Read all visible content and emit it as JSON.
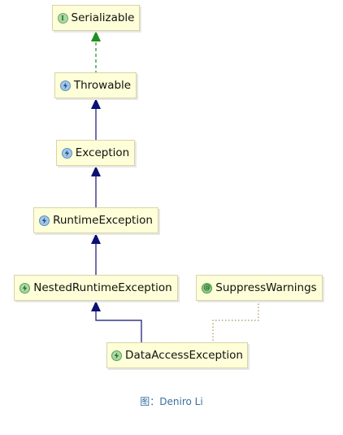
{
  "diagram": {
    "nodes": {
      "serializable": {
        "label": "Serializable",
        "icon": "interface-icon",
        "icon_glyph": "I"
      },
      "throwable": {
        "label": "Throwable",
        "icon": "class-icon"
      },
      "exception": {
        "label": "Exception",
        "icon": "class-icon"
      },
      "runtime_exception": {
        "label": "RuntimeException",
        "icon": "class-icon"
      },
      "nested_runtime_exception": {
        "label": "NestedRuntimeException",
        "icon": "abstract-class-icon"
      },
      "suppress_warnings": {
        "label": "SuppressWarnings",
        "icon": "annotation-icon",
        "icon_glyph": "@"
      },
      "data_access_exception": {
        "label": "DataAccessException",
        "icon": "abstract-class-icon"
      }
    },
    "edges": [
      {
        "from": "Throwable",
        "to": "Serializable",
        "kind": "implements"
      },
      {
        "from": "Exception",
        "to": "Throwable",
        "kind": "extends"
      },
      {
        "from": "RuntimeException",
        "to": "Exception",
        "kind": "extends"
      },
      {
        "from": "NestedRuntimeException",
        "to": "RuntimeException",
        "kind": "extends"
      },
      {
        "from": "DataAccessException",
        "to": "NestedRuntimeException",
        "kind": "extends"
      },
      {
        "from": "DataAccessException",
        "to": "SuppressWarnings",
        "kind": "annotated-with"
      }
    ],
    "colors": {
      "node_fill": "#fefed8",
      "extends_edge": "#0c1072",
      "implements_edge": "#1f8f1f",
      "annotation_edge": "#a5925a"
    }
  },
  "caption": "图：Deniro Li"
}
